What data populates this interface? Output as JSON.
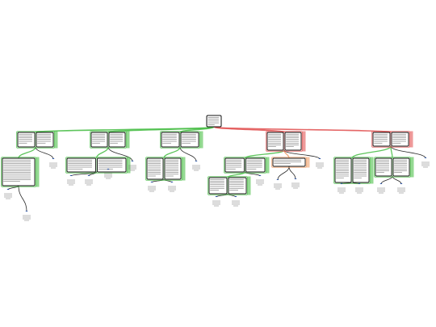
{
  "colors": {
    "pro": "#4cbf4a",
    "con": "#e25757",
    "neutral": "#f0a06a",
    "box_border": "#111111",
    "box_fill": "#ffffff",
    "number": "#1f4aa0",
    "connector": "#111111"
  },
  "diagram": {
    "type": "argument-tree",
    "text_legible": false,
    "nodes": [
      {
        "id": "root",
        "kind": "claim",
        "text": ""
      },
      {
        "id": "g1",
        "kind": "pro-group",
        "parent": "root"
      },
      {
        "id": "g1a",
        "kind": "pro-group",
        "parent": "g1"
      },
      {
        "id": "g1n1",
        "kind": "reference",
        "parent": "g1a",
        "number": "",
        "text": ""
      },
      {
        "id": "g1n2",
        "kind": "reference",
        "parent": "g1a",
        "number": "",
        "text": ""
      },
      {
        "id": "g1n3",
        "kind": "reference",
        "parent": "g1",
        "number": "",
        "text": ""
      },
      {
        "id": "g2",
        "kind": "pro-group",
        "parent": "root"
      },
      {
        "id": "g2a",
        "kind": "pro-group",
        "parent": "g2"
      },
      {
        "id": "g2n1",
        "kind": "reference",
        "parent": "g2a",
        "number": "",
        "text": ""
      },
      {
        "id": "g2n2",
        "kind": "reference",
        "parent": "g2a",
        "number": "",
        "text": ""
      },
      {
        "id": "g2n3",
        "kind": "reference",
        "parent": "g2a",
        "number": "",
        "text": ""
      },
      {
        "id": "g2n4",
        "kind": "reference",
        "parent": "g2",
        "number": "",
        "text": ""
      },
      {
        "id": "g3",
        "kind": "pro-group",
        "parent": "root"
      },
      {
        "id": "g3a",
        "kind": "pro-group",
        "parent": "g3"
      },
      {
        "id": "g3n1",
        "kind": "reference",
        "parent": "g3a",
        "number": "",
        "text": ""
      },
      {
        "id": "g3n2",
        "kind": "reference",
        "parent": "g3a",
        "number": "",
        "text": ""
      },
      {
        "id": "g3n3",
        "kind": "reference",
        "parent": "g3",
        "number": "",
        "text": ""
      },
      {
        "id": "g4",
        "kind": "con-group",
        "parent": "root"
      },
      {
        "id": "g4a",
        "kind": "pro-group",
        "parent": "g4"
      },
      {
        "id": "g4b",
        "kind": "pro-group",
        "parent": "g4a"
      },
      {
        "id": "g4n1",
        "kind": "reference",
        "parent": "g4b",
        "number": "",
        "text": ""
      },
      {
        "id": "g4n2",
        "kind": "reference",
        "parent": "g4b",
        "number": "",
        "text": ""
      },
      {
        "id": "g4n3",
        "kind": "reference",
        "parent": "g4a",
        "number": "",
        "text": ""
      },
      {
        "id": "g4c",
        "kind": "neutral-group",
        "parent": "g4"
      },
      {
        "id": "g4n4",
        "kind": "reference",
        "parent": "g4c",
        "number": "",
        "text": ""
      },
      {
        "id": "g4n5",
        "kind": "reference",
        "parent": "g4c",
        "number": "",
        "text": ""
      },
      {
        "id": "g4n6",
        "kind": "reference",
        "parent": "g4",
        "number": "",
        "text": ""
      },
      {
        "id": "g5",
        "kind": "con-group",
        "parent": "root"
      },
      {
        "id": "g5a",
        "kind": "pro-group",
        "parent": "g5"
      },
      {
        "id": "g5n1",
        "kind": "reference",
        "parent": "g5a",
        "number": "",
        "text": ""
      },
      {
        "id": "g5n2",
        "kind": "reference",
        "parent": "g5a",
        "number": "",
        "text": ""
      },
      {
        "id": "g5b",
        "kind": "pro-group",
        "parent": "g5"
      },
      {
        "id": "g5n3",
        "kind": "reference",
        "parent": "g5b",
        "number": "",
        "text": ""
      },
      {
        "id": "g5n4",
        "kind": "reference",
        "parent": "g5b",
        "number": "",
        "text": ""
      },
      {
        "id": "g5n5",
        "kind": "reference",
        "parent": "g5",
        "number": "",
        "text": ""
      }
    ]
  }
}
